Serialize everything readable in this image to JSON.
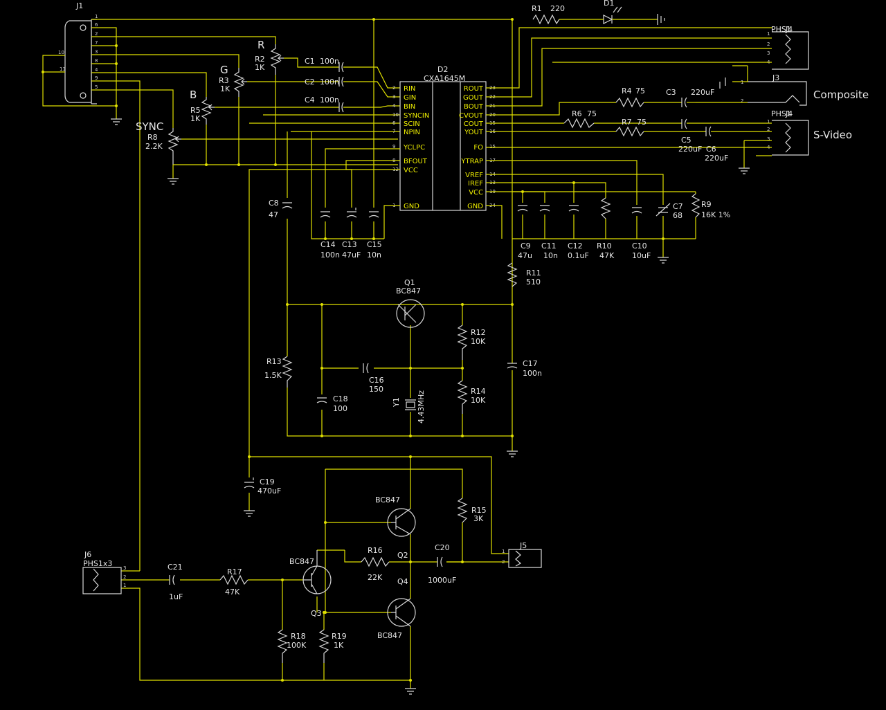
{
  "title": "",
  "connectors": {
    "j1": {
      "ref": "J1",
      "pins": [
        "1",
        "6",
        "2",
        "7",
        "3",
        "8",
        "4",
        "9",
        "5",
        "10",
        "11"
      ]
    },
    "j3": {
      "ref": "J3",
      "label": "Composite",
      "pins": [
        "1",
        "2"
      ]
    },
    "j4_top": {
      "ref": "J4",
      "part": "PHS1",
      "pins": [
        "1",
        "2",
        "3",
        "4"
      ]
    },
    "j4_bottom": {
      "ref": "J4",
      "part": "PHS1",
      "label": "S-Video",
      "pins": [
        "1",
        "2",
        "3",
        "4"
      ]
    },
    "j5": {
      "ref": "J5",
      "pins": [
        "1",
        "2"
      ]
    },
    "j6": {
      "ref": "J6",
      "part": "PHS1x3",
      "pins": [
        "3",
        "2",
        "1"
      ]
    }
  },
  "signal_labels": {
    "r": "R",
    "g": "G",
    "b": "B",
    "sync": "SYNC"
  },
  "ic": {
    "ref": "D2",
    "part": "CXA1645M",
    "left_pins": [
      {
        "name": "RIN",
        "num": "2"
      },
      {
        "name": "GIN",
        "num": "3"
      },
      {
        "name": "BIN",
        "num": "4"
      },
      {
        "name": "SYNCIN",
        "num": "10"
      },
      {
        "name": "SCIN",
        "num": "6"
      },
      {
        "name": "NPIN",
        "num": "7"
      },
      {
        "name": "YCLPC",
        "num": "9"
      },
      {
        "name": "BFOUT",
        "num": "8"
      },
      {
        "name": "VCC",
        "num": "12"
      },
      {
        "name": "GND",
        "num": "1"
      }
    ],
    "right_pins": [
      {
        "name": "ROUT",
        "num": "23"
      },
      {
        "name": "GOUT",
        "num": "22"
      },
      {
        "name": "BOUT",
        "num": "21"
      },
      {
        "name": "CVOUT",
        "num": "20"
      },
      {
        "name": "COUT",
        "num": "15"
      },
      {
        "name": "YOUT",
        "num": "16"
      },
      {
        "name": "FO",
        "num": "15"
      },
      {
        "name": "YTRAP",
        "num": "17"
      },
      {
        "name": "VREF",
        "num": "14"
      },
      {
        "name": "IREF",
        "num": "13"
      },
      {
        "name": "VCC",
        "num": "19"
      },
      {
        "name": "GND",
        "num": "24"
      }
    ]
  },
  "components": {
    "r1": {
      "ref": "R1",
      "value": "220"
    },
    "d1": {
      "ref": "D1"
    },
    "r2": {
      "ref": "R2",
      "value": "1K"
    },
    "r3": {
      "ref": "R3",
      "value": "1K"
    },
    "r5": {
      "ref": "R5",
      "value": "1K"
    },
    "r8": {
      "ref": "R8",
      "value": "2.2K"
    },
    "c1": {
      "ref": "C1",
      "value": "100n"
    },
    "c2": {
      "ref": "C2",
      "value": "100n"
    },
    "c4": {
      "ref": "C4",
      "value": "100n"
    },
    "r4": {
      "ref": "R4",
      "value": "75"
    },
    "c3": {
      "ref": "C3",
      "value": "220uF"
    },
    "r6": {
      "ref": "R6",
      "value": "75"
    },
    "r7": {
      "ref": "R7",
      "value": "75"
    },
    "c5": {
      "ref": "C5",
      "value": "220uF"
    },
    "c6": {
      "ref": "C6",
      "value": "220uF"
    },
    "c7": {
      "ref": "C7",
      "value": "68"
    },
    "r9": {
      "ref": "R9",
      "value": "16K 1%"
    },
    "c8": {
      "ref": "C8",
      "value": "47"
    },
    "c14": {
      "ref": "C14",
      "value": "100n"
    },
    "c13": {
      "ref": "C13",
      "value": "47uF"
    },
    "c15": {
      "ref": "C15",
      "value": "10n"
    },
    "c9": {
      "ref": "C9",
      "value": "47u"
    },
    "c11": {
      "ref": "C11",
      "value": "10n"
    },
    "c12": {
      "ref": "C12",
      "value": "0.1uF"
    },
    "r10": {
      "ref": "R10",
      "value": "47K"
    },
    "c10": {
      "ref": "C10",
      "value": "10uF"
    },
    "r11": {
      "ref": "R11",
      "value": "510"
    },
    "q1": {
      "ref": "Q1",
      "value": "BC847"
    },
    "r12": {
      "ref": "R12",
      "value": "10K"
    },
    "r13": {
      "ref": "R13",
      "value": "1.5K"
    },
    "c16": {
      "ref": "C16",
      "value": "150"
    },
    "c17": {
      "ref": "C17",
      "value": "100n"
    },
    "c18": {
      "ref": "C18",
      "value": "100"
    },
    "y1": {
      "ref": "Y1",
      "value": "4.43MHz"
    },
    "r14": {
      "ref": "R14",
      "value": "10K"
    },
    "c19": {
      "ref": "C19",
      "value": "470uF"
    },
    "q2": {
      "ref": "Q2",
      "value": "BC847"
    },
    "r15": {
      "ref": "R15",
      "value": "3K"
    },
    "r16": {
      "ref": "R16",
      "value": "22K"
    },
    "c20": {
      "ref": "C20",
      "value": "1000uF"
    },
    "q3": {
      "ref": "Q3",
      "value": "BC847"
    },
    "q4": {
      "ref": "Q4",
      "value": "BC847"
    },
    "c21": {
      "ref": "C21",
      "value": "1uF"
    },
    "r17": {
      "ref": "R17",
      "value": "47K"
    },
    "r18": {
      "ref": "R18",
      "value": "100K"
    },
    "r19": {
      "ref": "R19",
      "value": "1K"
    }
  },
  "colors": {
    "background": "#000000",
    "wire": "#e0e000",
    "component": "#d8d8d8",
    "text": "#e6e6e6"
  }
}
